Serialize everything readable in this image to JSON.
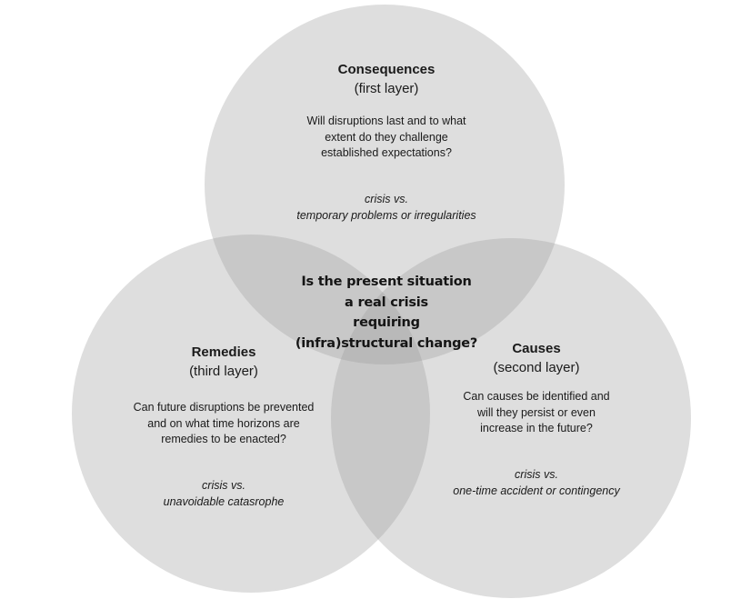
{
  "diagram": {
    "type": "venn",
    "colors": {
      "circle_fill": "#dedede",
      "overlap_fill": "#d4d4d4",
      "text": "#1a1a1a",
      "background": "#ffffff"
    },
    "center_question": {
      "lines": [
        "Is the present situation",
        "a real crisis",
        "requiring",
        "(infra)structural change?"
      ]
    },
    "circles": [
      {
        "id": "consequences",
        "title": "Consequences",
        "layer": "(first layer)",
        "question_lines": [
          "Will disruptions last and to what",
          "extent do they challenge",
          "established expectations?"
        ],
        "contrast_lines": [
          "crisis vs.",
          "temporary problems or irregularities"
        ]
      },
      {
        "id": "remedies",
        "title": "Remedies",
        "layer": "(third layer)",
        "question_lines": [
          "Can future disruptions be prevented",
          "and on what time horizons are",
          "remedies to be enacted?"
        ],
        "contrast_lines": [
          "crisis vs.",
          "unavoidable catasrophe"
        ]
      },
      {
        "id": "causes",
        "title": "Causes",
        "layer": "(second layer)",
        "question_lines": [
          "Can causes be identified and",
          "will they persist or even",
          "increase in the future?"
        ],
        "contrast_lines": [
          "crisis vs.",
          "one-time accident or contingency"
        ]
      }
    ]
  }
}
